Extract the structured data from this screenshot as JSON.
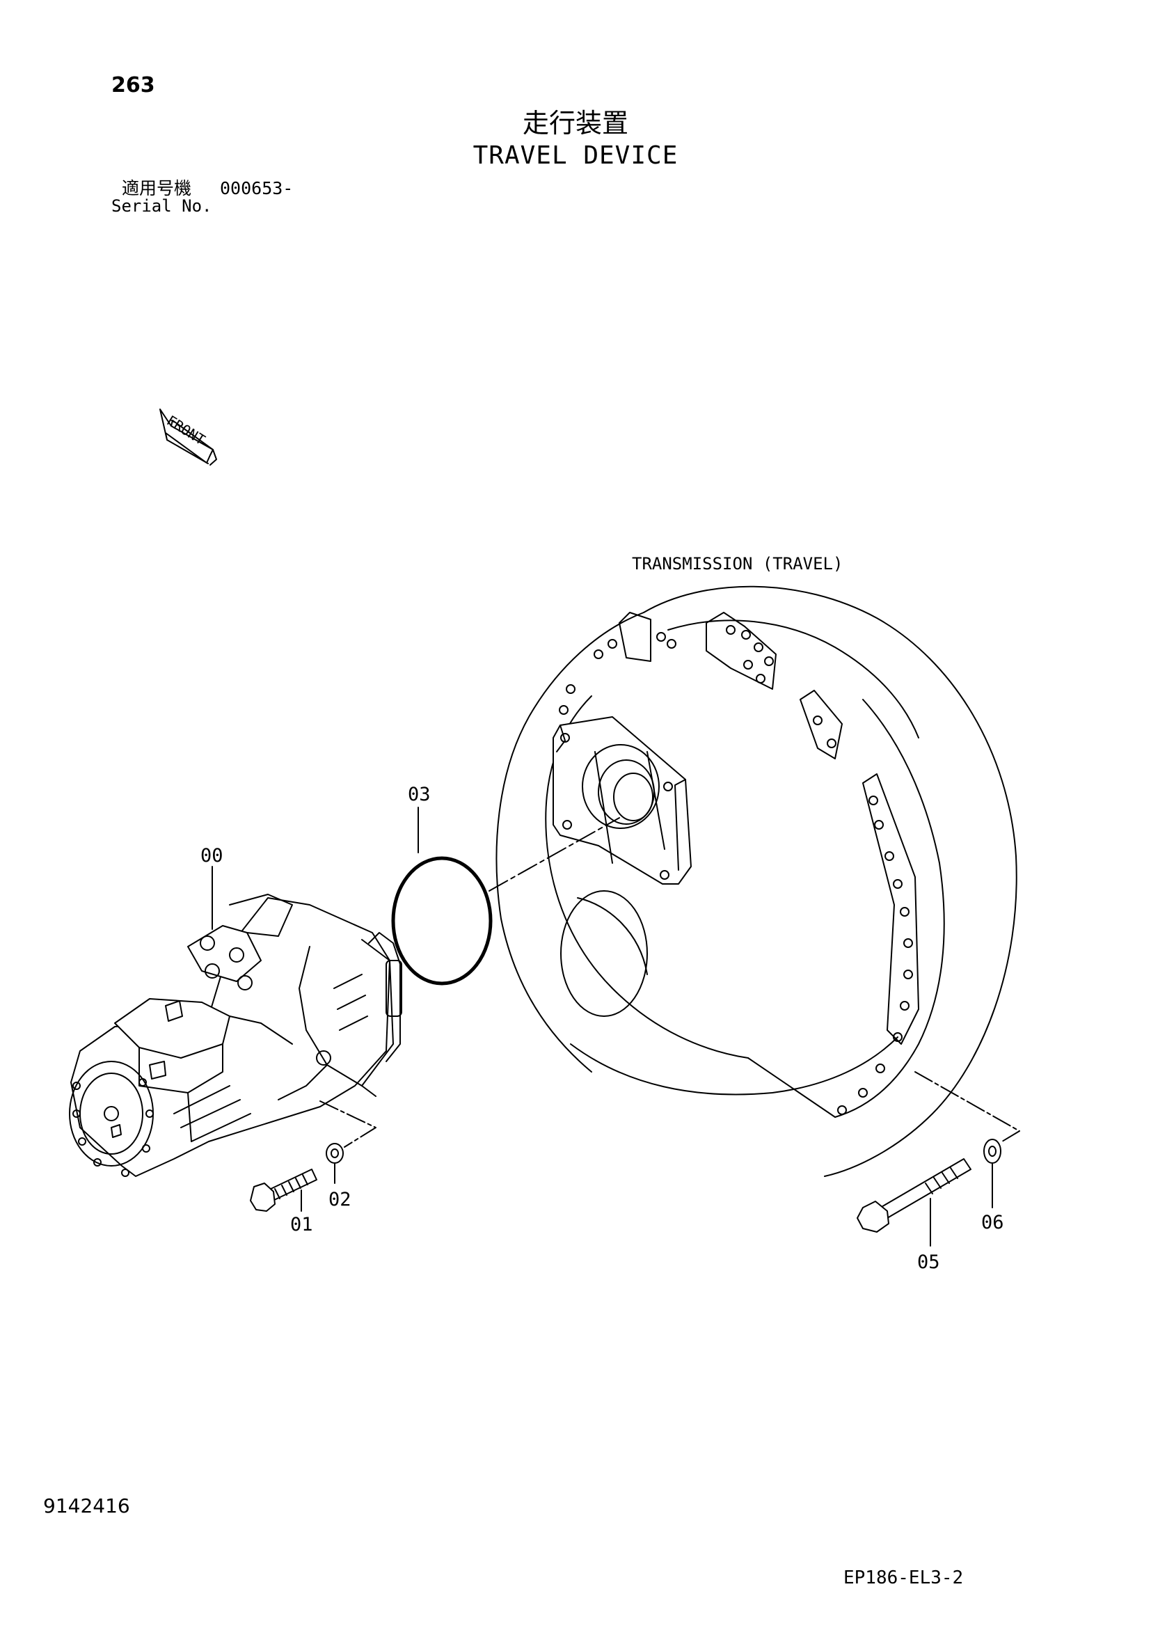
{
  "page_number": "263",
  "title_jp": "走行装置",
  "title_en": "TRAVEL DEVICE",
  "serial": {
    "label_jp": "適用号機",
    "value": "000653-",
    "label_en": "Serial No."
  },
  "front_label": "FRONT",
  "transmission_label": "TRANSMISSION (TRAVEL)",
  "callouts": {
    "c00": "00",
    "c01": "01",
    "c02": "02",
    "c03": "03",
    "c05": "05",
    "c06": "06"
  },
  "doc_id": "9142416",
  "figure_id": "EP186-EL3-2"
}
